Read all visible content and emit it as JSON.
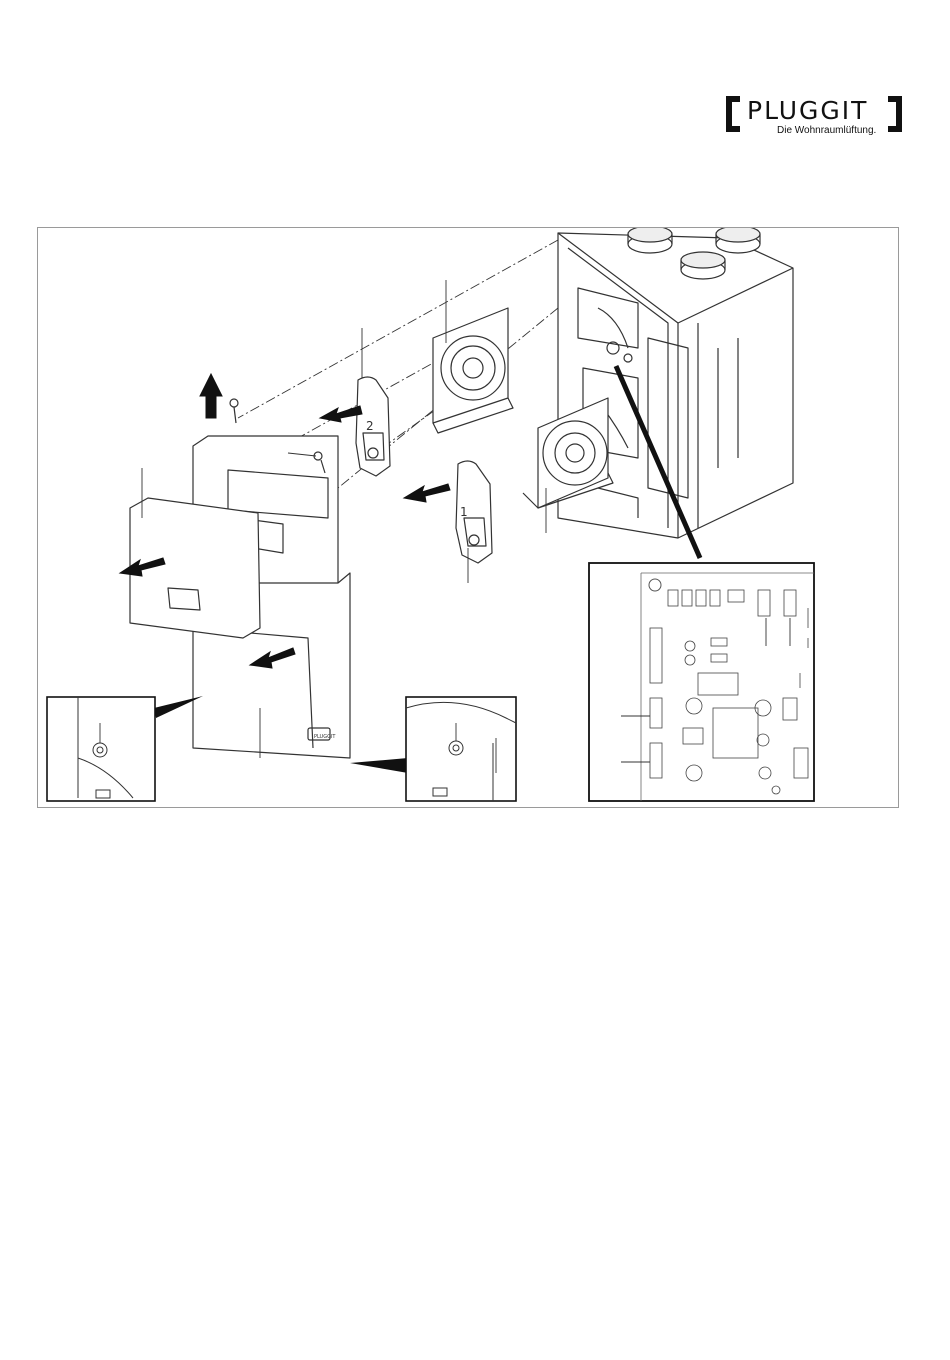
{
  "logo": {
    "word": "PLUGGIT",
    "tagline": "Die Wohnraumlüftung."
  },
  "figure": {
    "part_labels": [
      "2",
      "1"
    ],
    "brand_mark": "PLUGGIT"
  },
  "colors": {
    "ink": "#111111",
    "line": "#333333",
    "frame": "#9a9a9a",
    "paper": "#ffffff"
  }
}
